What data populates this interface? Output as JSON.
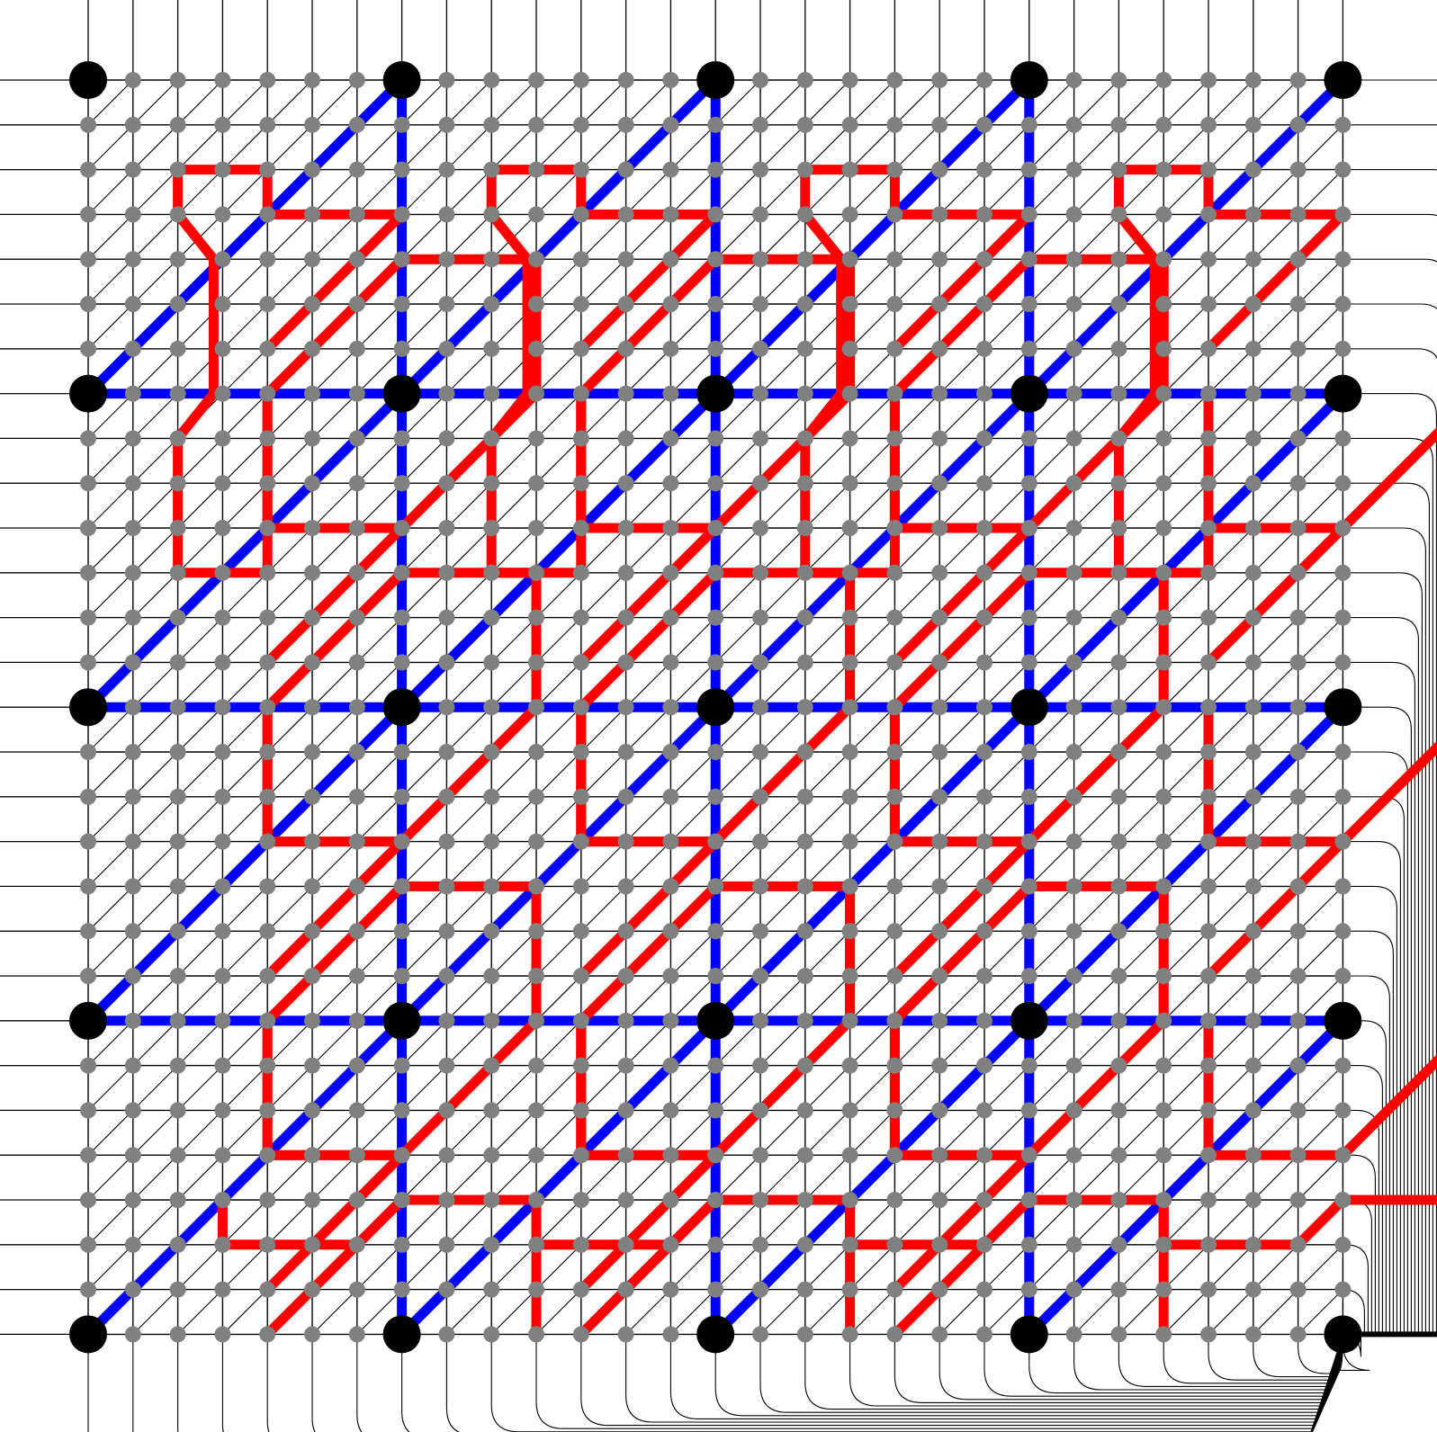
{
  "diagram": {
    "grid": {
      "rows": 29,
      "cols": 29
    },
    "node_spacing_major": 7,
    "colors": {
      "background": "#ffffff",
      "grid_line": "#000000",
      "minor_node": "#808080",
      "major_node": "#000000",
      "blue_path": "#0000ff",
      "red_path": "#ff0000"
    }
  }
}
